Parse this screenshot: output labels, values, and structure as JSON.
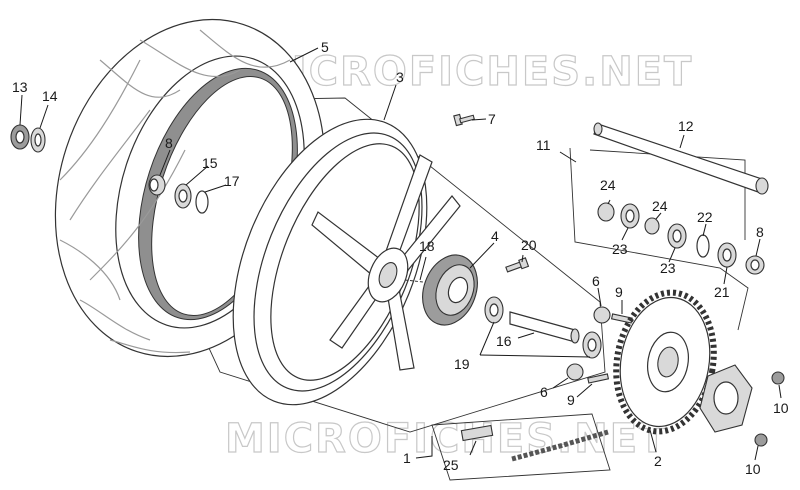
{
  "watermark": "MICROFICHES.NET",
  "callouts": [
    {
      "id": "c1",
      "text": "1"
    },
    {
      "id": "c2",
      "text": "2"
    },
    {
      "id": "c3",
      "text": "3"
    },
    {
      "id": "c4",
      "text": "4"
    },
    {
      "id": "c5",
      "text": "5"
    },
    {
      "id": "c6a",
      "text": "6"
    },
    {
      "id": "c6b",
      "text": "6"
    },
    {
      "id": "c7",
      "text": "7"
    },
    {
      "id": "c8a",
      "text": "8"
    },
    {
      "id": "c8b",
      "text": "8"
    },
    {
      "id": "c9a",
      "text": "9"
    },
    {
      "id": "c9b",
      "text": "9"
    },
    {
      "id": "c10a",
      "text": "10"
    },
    {
      "id": "c10b",
      "text": "10"
    },
    {
      "id": "c11",
      "text": "11"
    },
    {
      "id": "c12",
      "text": "12"
    },
    {
      "id": "c13",
      "text": "13"
    },
    {
      "id": "c14",
      "text": "14"
    },
    {
      "id": "c15",
      "text": "15"
    },
    {
      "id": "c16",
      "text": "16"
    },
    {
      "id": "c17",
      "text": "17"
    },
    {
      "id": "c18",
      "text": "18"
    },
    {
      "id": "c19",
      "text": "19"
    },
    {
      "id": "c20",
      "text": "20"
    },
    {
      "id": "c21",
      "text": "21"
    },
    {
      "id": "c22",
      "text": "22"
    },
    {
      "id": "c23a",
      "text": "23"
    },
    {
      "id": "c23b",
      "text": "23"
    },
    {
      "id": "c24a",
      "text": "24"
    },
    {
      "id": "c24b",
      "text": "24"
    },
    {
      "id": "c25",
      "text": "25"
    }
  ]
}
